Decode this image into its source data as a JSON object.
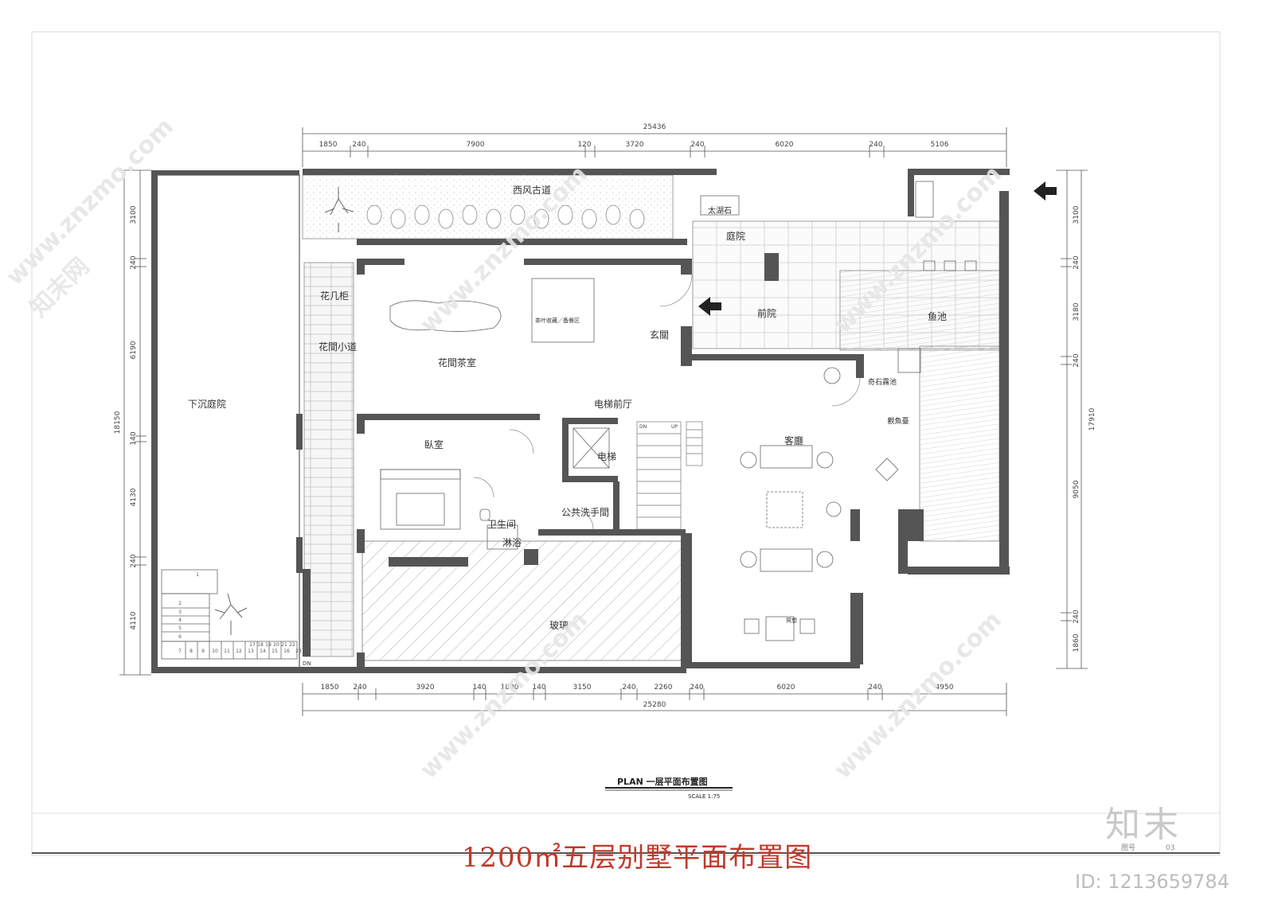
{
  "drawing": {
    "main_title": "1200㎡五层别墅平面布置图",
    "plan_title": "PLAN 一层平面布置图",
    "scale": "SCALE 1:75",
    "sheet_label": "图号",
    "sheet_no": "03",
    "brand": "知末",
    "watermark_url": "www.znzmo.com",
    "watermark_site": "知末网",
    "watermark_id": "ID: 1213659784"
  },
  "rooms": {
    "west_path": "西风古道",
    "taihu_stone": "太湖石",
    "courtyard": "庭院",
    "flower_cabinet": "花几柜",
    "flower_path": "花間小道",
    "sunken_court": "下沉庭院",
    "tea_room": "花間茶室",
    "tea_storage": "茶叶收藏／备餐区",
    "foyer": "玄關",
    "front_court": "前院",
    "fish_pond": "鱼池",
    "rock_mist": "奇石霧池",
    "fish_deck": "觀魚臺",
    "elevator_hall": "电梯前厅",
    "elevator": "电梯",
    "living_room": "客廳",
    "bedroom": "臥室",
    "bathroom": "卫生间",
    "shower": "淋浴",
    "powder_room": "公共洗手間",
    "glass": "玻璃",
    "meditation": "冥想",
    "dn": "DN",
    "up": "UP"
  },
  "dimensions": {
    "top_total": "25436",
    "top_segments": [
      "1850",
      "240",
      "7900",
      "120",
      "3720",
      "240",
      "6020",
      "240",
      "5106"
    ],
    "bottom_total": "25280",
    "bottom_segments": [
      "1850",
      "240",
      "3920",
      "140",
      "1890",
      "140",
      "3150",
      "240",
      "2260",
      "240",
      "6020",
      "240",
      "4950"
    ],
    "left_total": "18150",
    "left_segments": [
      "3100",
      "240",
      "6190",
      "140",
      "4130",
      "240",
      "4110"
    ],
    "right_total": "17910",
    "right_segments": [
      "3100",
      "240",
      "3180",
      "240",
      "9050",
      "240",
      "1860"
    ]
  },
  "stair_numbers": [
    "1",
    "2",
    "3",
    "4",
    "5",
    "6",
    "7",
    "8",
    "9",
    "10",
    "11",
    "12",
    "13",
    "14",
    "15",
    "16",
    "17",
    "18",
    "19",
    "20",
    "21",
    "22",
    "23"
  ]
}
